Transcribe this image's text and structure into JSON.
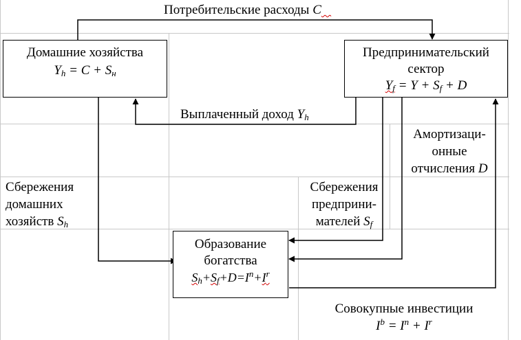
{
  "top_flow": {
    "label": "Потребительские расходы",
    "var": "C"
  },
  "households": {
    "title": "Домашние хозяйства",
    "formula": {
      "lhs": "Y",
      "lhs_sub": "h",
      "eq": " = C + S",
      "rhs_sub": "н"
    }
  },
  "firms": {
    "title_line1": "Предпринимательский",
    "title_line2": "сектор",
    "formula": {
      "lhs": "Y",
      "lhs_sub": "f",
      "eq": " = Y + S",
      "s_sub": "f",
      "tail": " + D"
    }
  },
  "paid_income": {
    "label": "Выплаченный доход",
    "var": "Y",
    "var_sub": "h"
  },
  "depreciation": {
    "line1": "Амортизаци-",
    "line2": "онные",
    "line3": "отчисления",
    "var": "D"
  },
  "household_savings": {
    "line1": "Сбережения",
    "line2": "домашних",
    "line3": "хозяйств",
    "var": "S",
    "var_sub": "h"
  },
  "firm_savings": {
    "line1": "Сбережения",
    "line2": "предприни-",
    "line3": "мателей",
    "var": "S",
    "var_sub": "f"
  },
  "wealth": {
    "title_line1": "Образование",
    "title_line2": "богатства",
    "formula": {
      "s1": "S",
      "s1_sub": "h",
      "plus1": "+",
      "s2": "S",
      "s2_sub": "f",
      "plus2": "+D=",
      "i1": "I",
      "i1_sup": "n",
      "plus3": "+",
      "i2": "I",
      "i2_sup": "r"
    }
  },
  "total_investment": {
    "label": "Совокупные инвестиции",
    "formula": {
      "lhs": "I",
      "lhs_sup": "b",
      "eq": " = ",
      "i1": "I",
      "i1_sup": "n",
      "plus": " + ",
      "i2": "I",
      "i2_sup": "r"
    }
  }
}
